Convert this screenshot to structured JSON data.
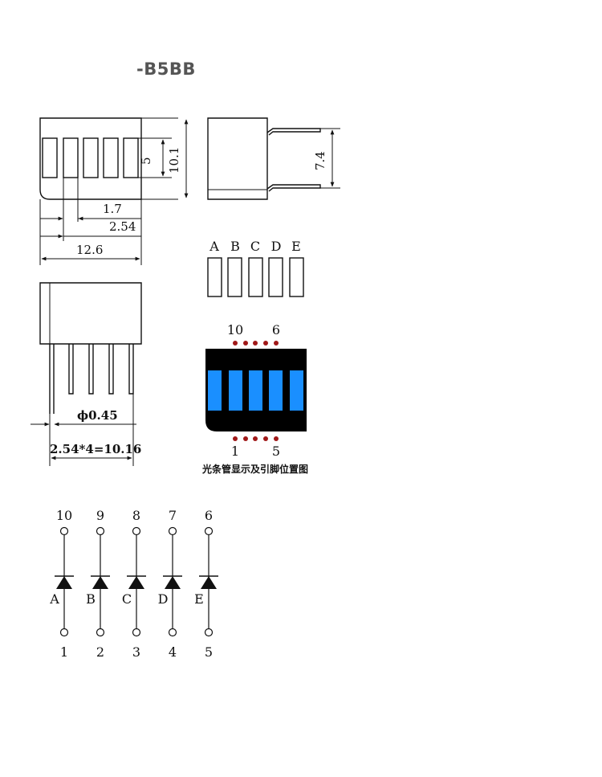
{
  "title": "-B5BB",
  "dimensions": {
    "height_segment": "5",
    "height_body": "10.1",
    "side_length": "7.4",
    "pitch_offset": "1.7",
    "pitch": "2.54",
    "width": "12.6",
    "pin_diameter": "ϕ0.45",
    "pin_span": "2.54*4=10.16"
  },
  "segment_labels": [
    "A",
    "B",
    "C",
    "D",
    "E"
  ],
  "pin_view": {
    "top_left": "10",
    "top_right": "6",
    "bottom_left": "1",
    "bottom_right": "5",
    "caption": "光条管显示及引脚位置图"
  },
  "colors": {
    "segment_blue": "#1a8fff",
    "body_black": "#000000",
    "pin_red": "#a01818"
  },
  "circuit": {
    "anodes": [
      "10",
      "9",
      "8",
      "7",
      "6"
    ],
    "segments": [
      "A",
      "B",
      "C",
      "D",
      "E"
    ],
    "cathodes": [
      "1",
      "2",
      "3",
      "4",
      "5"
    ]
  }
}
